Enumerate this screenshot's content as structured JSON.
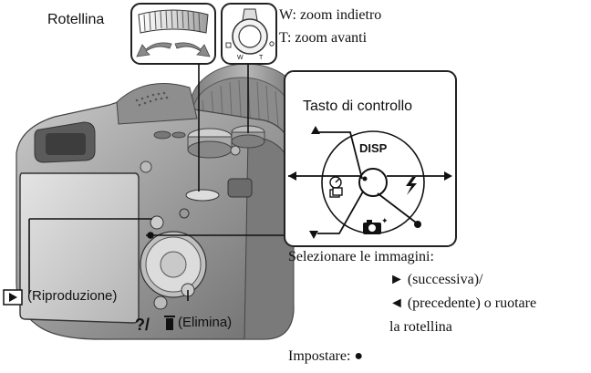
{
  "labels": {
    "dial": "Rotellina",
    "zoom_w": "W: zoom indietro",
    "zoom_t": "T: zoom avanti",
    "control_title": "Tasto di controllo",
    "disp": "DISP",
    "playback": "(Riproduzione)",
    "delete": "(Elimina)",
    "zoom_lever_w": "W",
    "zoom_lever_t": "T"
  },
  "instructions": {
    "select_title": "Selezionare le immagini:",
    "line1": "► (successiva)/",
    "line2": "◄ (precedente) o ruotare",
    "line3": "la rotellina",
    "set": "Impostare: ●"
  },
  "icons": {
    "playback": "play-button-icon",
    "delete": "question-trash-icon",
    "self_timer": "self-timer-icon",
    "flash": "flash-icon",
    "smile": "smile-shutter-icon",
    "center": "center-button-icon"
  },
  "colors": {
    "line": "#111111",
    "camera_body": "#9a9a9a",
    "camera_dark": "#5a5a5a"
  }
}
